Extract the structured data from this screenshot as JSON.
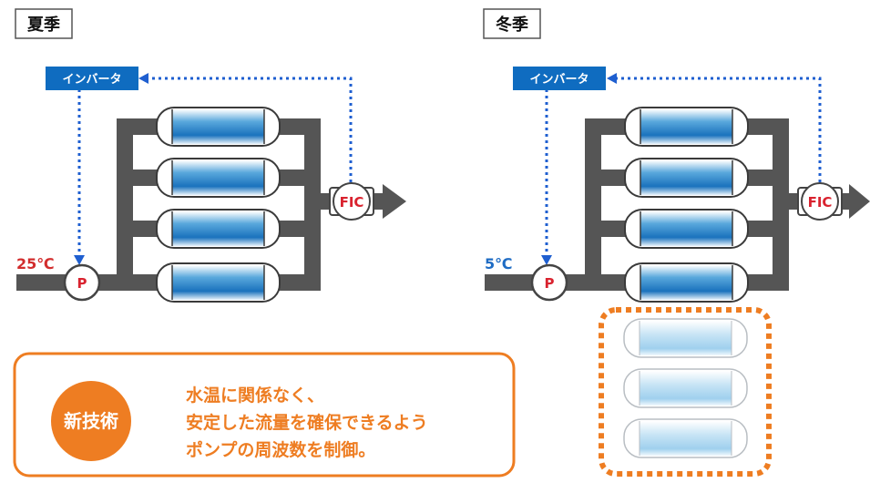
{
  "summer": {
    "title": "夏季",
    "inverter_label": "インバータ",
    "pump_label": "P",
    "controller_label": "FIC",
    "temperature": "25℃",
    "temp_color": "#d22d2d",
    "active_membranes": 4
  },
  "winter": {
    "title": "冬季",
    "inverter_label": "インバータ",
    "pump_label": "P",
    "controller_label": "FIC",
    "temperature": "5℃",
    "temp_color": "#1f6cc4",
    "active_membranes": 4,
    "added_membranes": 3
  },
  "callout": {
    "badge": "新技術",
    "lines": [
      "水温に関係なく、",
      "安定した流量を確保できるよう",
      "ポンプの周波数を制御。"
    ]
  },
  "colors": {
    "accent_orange": "#ee7d22",
    "inverter_blue": "#0f6cc0",
    "signal_blue": "#1f5fd0",
    "pipe_gray": "#555555"
  }
}
